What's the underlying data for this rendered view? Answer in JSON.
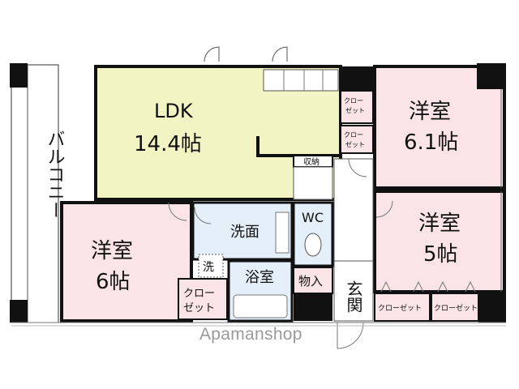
{
  "rooms": {
    "ldk": {
      "name": "LDK",
      "size": "14.4帖",
      "color": "#f3f4c3"
    },
    "western_upper_right": {
      "name": "洋室",
      "size": "6.1帖",
      "color": "#fae4e7"
    },
    "western_lower_right": {
      "name": "洋室",
      "size": "5帖",
      "color": "#fae4e7"
    },
    "western_left": {
      "name": "洋室",
      "size": "6帖",
      "color": "#fae4e7"
    },
    "washroom": {
      "name": "洗面",
      "color": "#e4effa"
    },
    "bath": {
      "name": "浴室",
      "color": "#e4effa"
    },
    "wc": {
      "name": "WC",
      "color": "#e4effa"
    },
    "washer": {
      "name": "洗"
    }
  },
  "labels": {
    "balcony": "バルコニー",
    "entrance": "玄関",
    "storage_small": "収納",
    "storage_room": "物入",
    "closet_ldk_top": [
      "クロー",
      "ゼット"
    ],
    "closet_ldk_bottom": [
      "クロー",
      "ゼット"
    ],
    "closet_left": [
      "クロー",
      "ゼット"
    ],
    "closet_bottom_a": "クローゼット",
    "closet_bottom_b": "クローゼット"
  },
  "watermark": "Apamanshop"
}
